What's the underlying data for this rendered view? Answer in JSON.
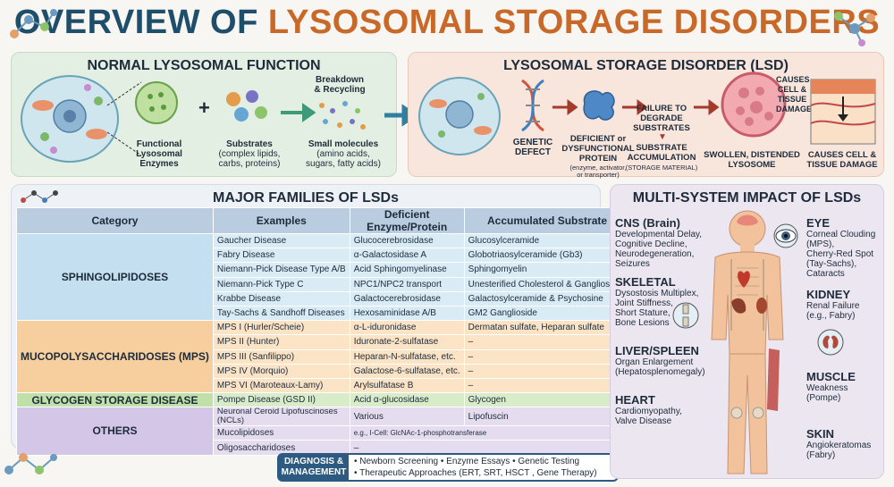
{
  "title": {
    "part1": "OVERVIEW OF ",
    "part2": "LYSOSOMAL STORAGE DISORDERS"
  },
  "colors": {
    "title_blue": "#1f4e6b",
    "title_orange": "#c8692a",
    "sphingo": "#d9ecf6",
    "mps": "#fbe3c6",
    "glycogen": "#d8ecc9",
    "others": "#e5dcef"
  },
  "normal": {
    "title": "NORMAL LYSOSOMAL FUNCTION",
    "enzymes": [
      "Functional",
      "Lysosomal",
      "Enzymes"
    ],
    "substrates_title": "Substrates",
    "substrates_desc": [
      "(complex lipids,",
      "carbs, proteins)"
    ],
    "breakdown": [
      "Breakdown",
      "& Recycling"
    ],
    "small_title": "Small molecules",
    "small_desc": [
      "(amino acids,",
      "sugars, fatty acids)"
    ]
  },
  "lsd": {
    "title": "LYSOSOMAL STORAGE DISORDER (LSD)",
    "genetic": [
      "GENETIC",
      "DEFECT"
    ],
    "deficient": [
      "DEFICIENT or",
      "DYSFUNCTIONAL",
      "PROTEIN"
    ],
    "deficient_note": [
      "(enzyme, activator,",
      "or transporter)"
    ],
    "failure": [
      "FAILURE TO",
      "DEGRADE",
      "SUBSTRATES"
    ],
    "accum": [
      "SUBSTRATE",
      "ACCUMULATION"
    ],
    "accum_note": "(STORAGE MATERIAL)",
    "swollen": [
      "SWOLLEN, DISTENDED",
      "LYSOSOME"
    ],
    "damage1": [
      "CAUSES",
      "CELL &",
      "TISSUE",
      "DAMAGE"
    ],
    "damage2": [
      "CAUSES CELL &",
      "TISSUE DAMAGE"
    ]
  },
  "families": {
    "title": "MAJOR FAMILIES OF LSDs",
    "headers": [
      "Category",
      "Examples",
      "Deficient Enzyme/Protein",
      "Accumulated Substrate"
    ],
    "groups": [
      {
        "category": "SPHINGOLIPIDOSES",
        "rows": [
          [
            "Gaucher Disease",
            "Glucocerebrosidase",
            "Glucosylceramide"
          ],
          [
            "Fabry Disease",
            "α-Galactosidase A",
            "Globotriaosylceramide (Gb3)"
          ],
          [
            "Niemann-Pick Disease Type A/B",
            "Acid Sphingomyelinase",
            "Sphingomyelin"
          ],
          [
            "Niemann-Pick Type C",
            "NPC1/NPC2 transport",
            "Unesterified Cholesterol & Gangliosides"
          ],
          [
            "Krabbe Disease",
            "Galactocerebrosidase",
            "Galactosylceramide & Psychosine"
          ],
          [
            "Tay-Sachs & Sandhoff Diseases",
            "Hexosaminidase A/B",
            "GM2 Ganglioside"
          ]
        ]
      },
      {
        "category": "MUCOPOLYSACCHARIDOSES (MPS)",
        "rows": [
          [
            "MPS I (Hurler/Scheie)",
            "α-L-iduronidase",
            "Dermatan sulfate, Heparan sulfate"
          ],
          [
            "MPS II (Hunter)",
            "Iduronate-2-sulfatase",
            "–"
          ],
          [
            "MPS III (Sanfilippo)",
            "Heparan-N-sulfatase, etc.",
            "–"
          ],
          [
            "MPS IV (Morquio)",
            "Galactose-6-sulfatase, etc.",
            "–"
          ],
          [
            "MPS VI (Maroteaux-Lamy)",
            "Arylsulfatase B",
            "–"
          ]
        ]
      },
      {
        "category": "GLYCOGEN STORAGE DISEASE",
        "rows": [
          [
            "Pompe Disease (GSD II)",
            "Acid α-glucosidase",
            "Glycogen"
          ]
        ]
      },
      {
        "category": "OTHERS",
        "rows": [
          [
            "Neuronal Ceroid Lipofuscinoses (NCLs)",
            "Various",
            "Lipofuscin"
          ],
          [
            "Mucolipidoses",
            "e.g., I-Cell: GlcNAc-1-phosphotransferase",
            ""
          ],
          [
            "Oligosaccharidoses",
            "–",
            ""
          ]
        ]
      }
    ]
  },
  "impact": {
    "title": "MULTI-SYSTEM IMPACT OF LSDs",
    "cns": {
      "name": "CNS (Brain)",
      "desc": [
        "Developmental Delay,",
        "Cognitive Decline,",
        "Neurodegeneration,",
        "Seizures"
      ]
    },
    "eye": {
      "name": "EYE",
      "desc": [
        "Corneal Clouding",
        "(MPS),",
        "Cherry-Red Spot",
        "(Tay-Sachs),",
        "Cataracts"
      ]
    },
    "skeletal": {
      "name": "SKELETAL",
      "desc": [
        "Dysostosis Multiplex,",
        "Joint Stiffness,",
        "Short Stature,",
        "Bone Lesions"
      ]
    },
    "kidney": {
      "name": "KIDNEY",
      "desc": [
        "Renal Failure",
        "(e.g., Fabry)"
      ]
    },
    "liver": {
      "name": "LIVER/SPLEEN",
      "desc": [
        "Organ Enlargement",
        "(Hepatosplenomegaly)"
      ]
    },
    "muscle": {
      "name": "MUSCLE",
      "desc": [
        "Weakness",
        "(Pompe)"
      ]
    },
    "heart": {
      "name": "HEART",
      "desc": [
        "Cardiomyopathy,",
        "Valve Disease"
      ]
    },
    "skin": {
      "name": "SKIN",
      "desc": [
        "Angiokeratomas",
        "(Fabry)"
      ]
    }
  },
  "diagnosis": {
    "label": [
      "DIAGNOSIS &",
      "MANAGEMENT"
    ],
    "line1": "• Newborn Screening • Enzyme Essays • Genetic Testing",
    "line2": "• Therapeutic Approaches (ERT, SRT, HSCT , Gene Therapy)"
  }
}
